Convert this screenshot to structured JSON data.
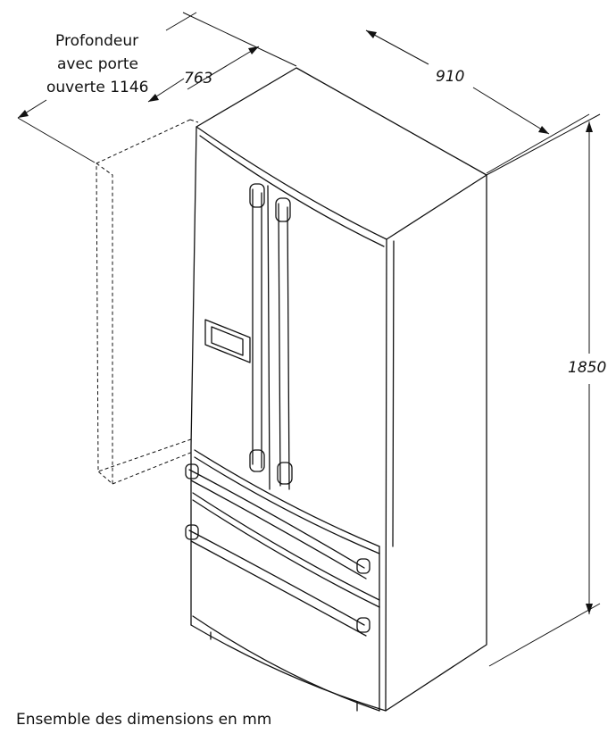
{
  "labels": {
    "depth_open_line1": "Profondeur",
    "depth_open_line2": "avec porte",
    "depth_open_line3": "ouverte 1146",
    "depth": "763",
    "width": "910",
    "height": "1850",
    "footnote": "Ensemble des dimensions en mm"
  }
}
